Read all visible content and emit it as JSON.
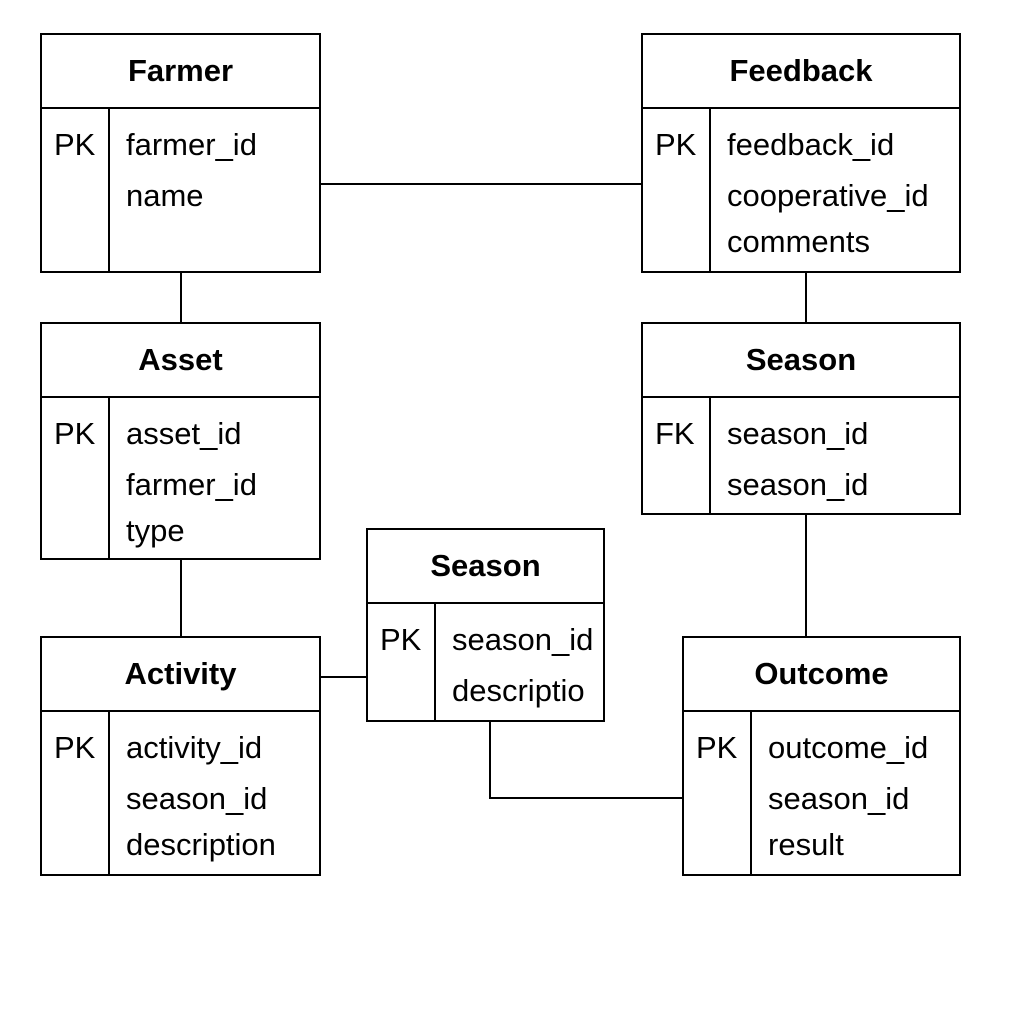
{
  "entities": {
    "farmer": {
      "title": "Farmer",
      "key": "PK",
      "attributes": [
        "farmer_id",
        "name"
      ]
    },
    "feedback": {
      "title": "Feedback",
      "key": "PK",
      "attributes": [
        "feedback_id",
        "cooperative_id",
        "comments"
      ]
    },
    "asset": {
      "title": "Asset",
      "key": "PK",
      "attributes": [
        "asset_id",
        "farmer_id",
        "type"
      ]
    },
    "season_right": {
      "title": "Season",
      "key": "FK",
      "attributes": [
        "season_id",
        "season_id"
      ]
    },
    "season_center": {
      "title": "Season",
      "key": "PK",
      "attributes": [
        "season_id",
        "descriptio"
      ]
    },
    "activity": {
      "title": "Activity",
      "key": "PK",
      "attributes": [
        "activity_id",
        "season_id",
        "description"
      ]
    },
    "outcome": {
      "title": "Outcome",
      "key": "PK",
      "attributes": [
        "outcome_id",
        "season_id",
        "result"
      ]
    }
  }
}
